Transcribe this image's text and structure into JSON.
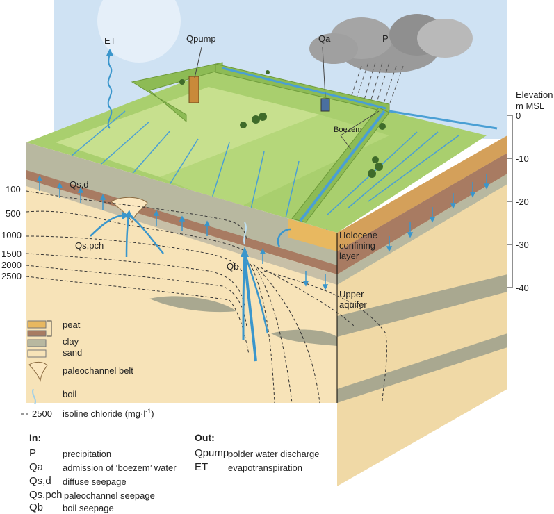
{
  "labels": {
    "et": "ET",
    "qpump": "Qpump",
    "qa": "Qa",
    "p": "P",
    "boezem": "Boezem",
    "qsd": "Qs,d",
    "qspch": "Qs,pch",
    "qb": "Qb",
    "holocene": "Holocene",
    "confining": "confining",
    "layer": "layer",
    "upper": "Upper",
    "aquifer": "aquifer"
  },
  "elevation_axis": {
    "title_line1": "Elevation",
    "title_line2": "m MSL",
    "ticks": [
      "0",
      "-10",
      "-20",
      "-30",
      "-40"
    ]
  },
  "isolines": [
    "100",
    "500",
    "1000",
    "1500",
    "2000",
    "2500"
  ],
  "legend": {
    "peat": "peat",
    "clay": "clay",
    "sand": "sand",
    "paleochannel": "paleochannel belt",
    "boil": "boil",
    "isoline_value": "2500",
    "isoline_text": "isoline chloride (mg·l",
    "isoline_exp": "-1",
    "isoline_close": ")"
  },
  "in": {
    "title": "In:",
    "items": [
      {
        "sym": "P",
        "desc": "precipitation"
      },
      {
        "sym": "Qa",
        "desc": "admission of ‘boezem’ water"
      },
      {
        "sym": "Qs,d",
        "desc": "diffuse seepage"
      },
      {
        "sym": "Qs,pch",
        "desc": "paleochannel seepage"
      },
      {
        "sym": "Qb",
        "desc": "boil seepage"
      }
    ]
  },
  "out": {
    "title": "Out:",
    "items": [
      {
        "sym": "Qpump",
        "desc": "polder water discharge"
      },
      {
        "sym": "ET",
        "desc": "evapotranspiration"
      }
    ]
  },
  "colors": {
    "sky": "#cfe2f3",
    "grass": "#a9cf6e",
    "grass_light": "#c7e08e",
    "dike": "#8dbb55",
    "water": "#4a9fd4",
    "peat": "#e8b860",
    "clay_brown": "#a87b62",
    "clay": "#b8b8a0",
    "sand": "#f7e3b8",
    "sand_dark": "#a9a890",
    "cloud": "#9a9a9a"
  }
}
